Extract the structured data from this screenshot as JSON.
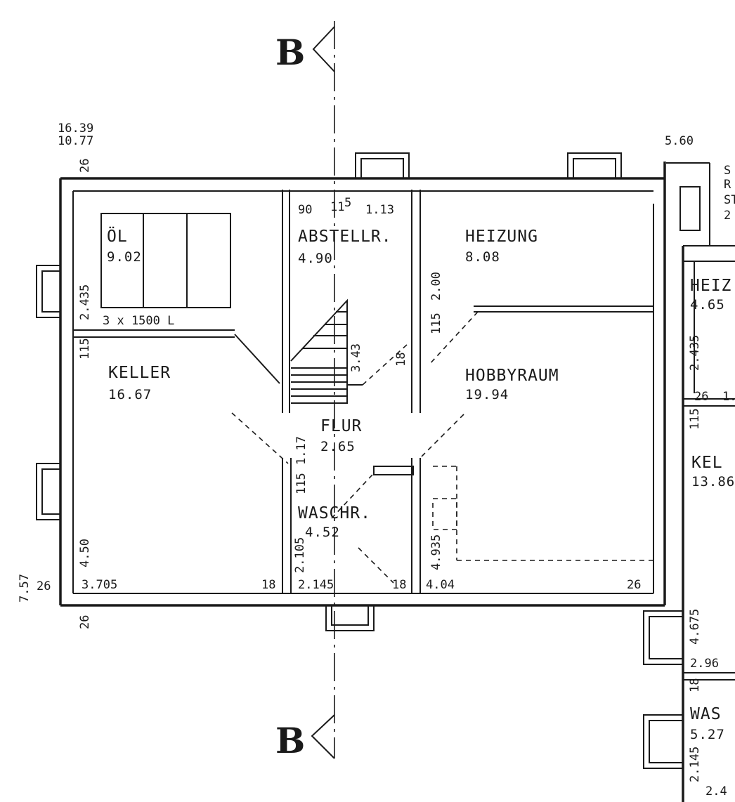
{
  "rooms": {
    "oel": {
      "name": "ÖL",
      "area": "9.02",
      "note": "3 x 1500 L"
    },
    "abstell": {
      "name": "ABSTELLR.",
      "area": "4.90"
    },
    "heizung": {
      "name": "HEIZUNG",
      "area": "8.08"
    },
    "keller": {
      "name": "KELLER",
      "area": "16.67"
    },
    "flur": {
      "name": "FLUR",
      "area": "2.65"
    },
    "hobby": {
      "name": "HOBBYRAUM",
      "area": "19.94"
    },
    "waschr": {
      "name": "WASCHR.",
      "area": "4.52"
    },
    "heiz_right": {
      "name": "HEIZ",
      "area": "4.65"
    },
    "kel_right": {
      "name": "KEL",
      "area": "13.86"
    },
    "was_right": {
      "name": "WAS",
      "area": "5.27"
    }
  },
  "section_marks": {
    "top": "B",
    "bottom": "B"
  },
  "dimensions": {
    "top_left_1": "16.39",
    "top_left_2": "10.77",
    "top_right": "5.60",
    "wall_26_top": "26",
    "d_90": "90",
    "d_11": "11",
    "d_5": "5",
    "d_113": "1.13",
    "d_243": "2.435",
    "d_115": "115",
    "d_200": "2.00",
    "d_115b": "115",
    "d_343": "3.43",
    "d_18a": "18",
    "d_117": "1.17",
    "d_115c": "115",
    "d_2105": "2.105",
    "d_450": "4.50",
    "d_4935": "4.935",
    "d_757": "7.57",
    "d_26a": "26",
    "d_3705": "3.705",
    "d_18b": "18",
    "d_2145": "2.145",
    "d_18c": "18",
    "d_404": "4.04",
    "d_26b": "26",
    "d_26c": "26",
    "r_243": "2.435",
    "r_26": "26",
    "r_1": "1.",
    "r_115": "115",
    "r_4675": "4.675",
    "r_296": "2.96",
    "r_18": "18",
    "r_2145": "2.145",
    "r_24": "2.4",
    "r_S": "S",
    "r_R": "R",
    "r_ST": "ST",
    "r_2": "2"
  }
}
